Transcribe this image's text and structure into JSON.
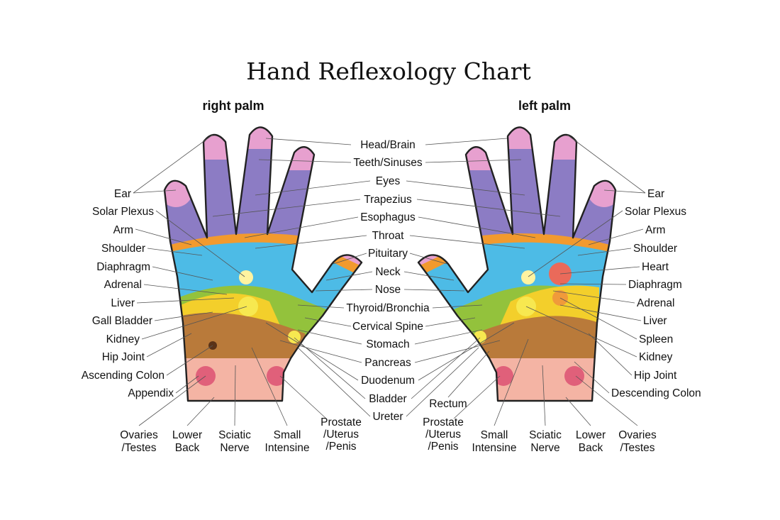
{
  "title": "Hand Reflexology Chart",
  "right_palm_label": "right palm",
  "left_palm_label": "left palm",
  "center_labels": [
    "Head/Brain",
    "Teeth/Sinuses",
    "Eyes",
    "Trapezius",
    "Esophagus",
    "Throat",
    "Pituitary",
    "Neck",
    "Nose",
    "Thyroid/Bronchia",
    "Cervical Spine",
    "Stomach",
    "Pancreas",
    "Duodenum",
    "Bladder",
    "Ureter"
  ],
  "right_side_labels": [
    "Ear",
    "Solar Plexus",
    "Arm",
    "Shoulder",
    "Diaphragm",
    "Adrenal",
    "Liver",
    "Gall Bladder",
    "Kidney",
    "Hip Joint",
    "Ascending Colon",
    "Appendix"
  ],
  "left_side_labels": [
    "Ear",
    "Solar Plexus",
    "Arm",
    "Shoulder",
    "Heart",
    "Diaphragm",
    "Adrenal",
    "Liver",
    "Spleen",
    "Kidney",
    "Hip Joint",
    "Descending Colon"
  ],
  "left_rectum_label": "Rectum",
  "right_bottom_labels": [
    [
      "Ovaries",
      "/Testes"
    ],
    [
      "Lower",
      "Back"
    ],
    [
      "Sciatic",
      "Nerve"
    ],
    [
      "Small",
      "Intensine"
    ],
    [
      "Prostate",
      "/Uterus",
      "/Penis"
    ]
  ],
  "left_bottom_labels": [
    [
      "Prostate",
      "/Uterus",
      "/Penis"
    ],
    [
      "Small",
      "Intensine"
    ],
    [
      "Sciatic",
      "Nerve"
    ],
    [
      "Lower",
      "Back"
    ],
    [
      "Ovaries",
      "/Testes"
    ]
  ],
  "colors": {
    "finger_purple": "#8c7cc4",
    "fingertip_pink": "#e7a0cf",
    "orange_band": "#f29a2e",
    "blue_band": "#4dbbe6",
    "green_zone": "#93c23c",
    "yellow_zone": "#f3cf2b",
    "brown_zone": "#b97a3a",
    "wrist_pink": "#f4b4a4",
    "outline": "#222222"
  }
}
